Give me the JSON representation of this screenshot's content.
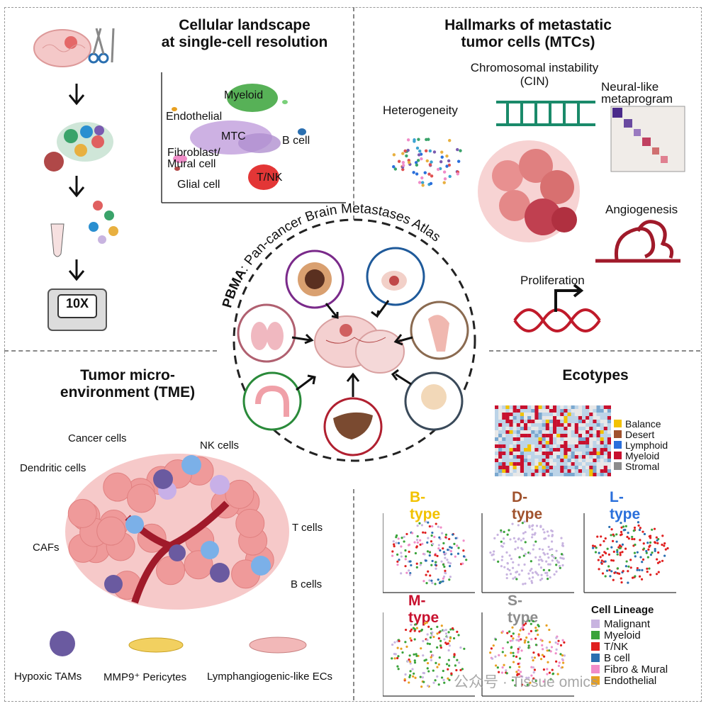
{
  "panels": {
    "top_left_title": "Cellular landscape\nat single-cell resolution",
    "top_right_title": "Hallmarks of metastatic\ntumor cells (MTCs)",
    "bottom_left_title": "Tumor micro-\nenvironment (TME)",
    "bottom_right_title": "Ecotypes"
  },
  "workflow": {
    "device_label": "10X"
  },
  "umap": {
    "labels": [
      "Myeloid",
      "Endothelial",
      "MTC",
      "B cell",
      "Fibroblast/\nMural cell",
      "Glial cell",
      "T/NK"
    ]
  },
  "center": {
    "ring_prefix": "PBMA",
    "ring_text": ": Pan-cancer Brain Metastases Atlas"
  },
  "hallmarks": {
    "cin": "Chromosomal instability\n(CIN)",
    "heterogeneity": "Heterogeneity",
    "neural": "Neural-like\nmetaprogram",
    "angiogenesis": "Angiogenesis",
    "proliferation": "Proliferation"
  },
  "tme": {
    "labels": [
      "Cancer cells",
      "NK cells",
      "Dendritic cells",
      "T cells",
      "CAFs",
      "B cells"
    ],
    "legend": [
      "Hypoxic TAMs",
      "MMP9⁺ Pericytes",
      "Lymphangiogenic-like ECs"
    ]
  },
  "ecotypes": {
    "legend": [
      {
        "label": "Balance",
        "color": "#f2c200"
      },
      {
        "label": "Desert",
        "color": "#a0522d"
      },
      {
        "label": "Lymphoid",
        "color": "#2a6fdb"
      },
      {
        "label": "Myeloid",
        "color": "#c8102e"
      },
      {
        "label": "Stromal",
        "color": "#8c8c8c"
      }
    ],
    "types": [
      {
        "label": "B-type",
        "color": "#f2c200"
      },
      {
        "label": "D-type",
        "color": "#a0522d"
      },
      {
        "label": "L-type",
        "color": "#2a6fdb"
      },
      {
        "label": "M-type",
        "color": "#c8102e"
      },
      {
        "label": "S-type",
        "color": "#8c8c8c"
      }
    ],
    "lineage_title": "Cell Lineage",
    "lineage": [
      {
        "label": "Malignant",
        "color": "#c8b4e0"
      },
      {
        "label": "Myeloid",
        "color": "#3aa33a"
      },
      {
        "label": "T/NK",
        "color": "#e02020"
      },
      {
        "label": "B cell",
        "color": "#2a6fb0"
      },
      {
        "label": "Fibro & Mural",
        "color": "#f08cc8"
      },
      {
        "label": "Endothelial",
        "color": "#e8a020"
      }
    ]
  },
  "watermark": "公众号 · Tissue omics"
}
